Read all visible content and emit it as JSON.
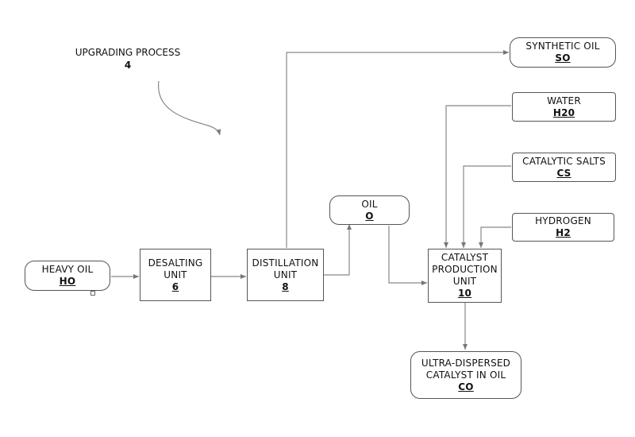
{
  "process": {
    "label": "UPGRADING PROCESS",
    "number": "4"
  },
  "nodes": {
    "heavy_oil": {
      "lines": [
        "HEAVY OIL"
      ],
      "code": "HO"
    },
    "desalting": {
      "lines": [
        "DESALTING",
        "UNIT"
      ],
      "code": "6"
    },
    "distillation": {
      "lines": [
        "DISTILLATION",
        "UNIT"
      ],
      "code": "8"
    },
    "oil": {
      "lines": [
        "OIL"
      ],
      "code": "O"
    },
    "catalyst_unit": {
      "lines": [
        "CATALYST",
        "PRODUCTION",
        "UNIT"
      ],
      "code": "10"
    },
    "synthetic_oil": {
      "lines": [
        "SYNTHETIC OIL"
      ],
      "code": "SO"
    },
    "water": {
      "lines": [
        "WATER"
      ],
      "code": "H20"
    },
    "catalytic_salts": {
      "lines": [
        "CATALYTIC SALTS"
      ],
      "code": "CS"
    },
    "hydrogen": {
      "lines": [
        "HYDROGEN"
      ],
      "code": "H2"
    },
    "ultra_catalyst": {
      "lines": [
        "ULTRA-DISPERSED",
        "CATALYST IN OIL"
      ],
      "code": "CO"
    }
  }
}
